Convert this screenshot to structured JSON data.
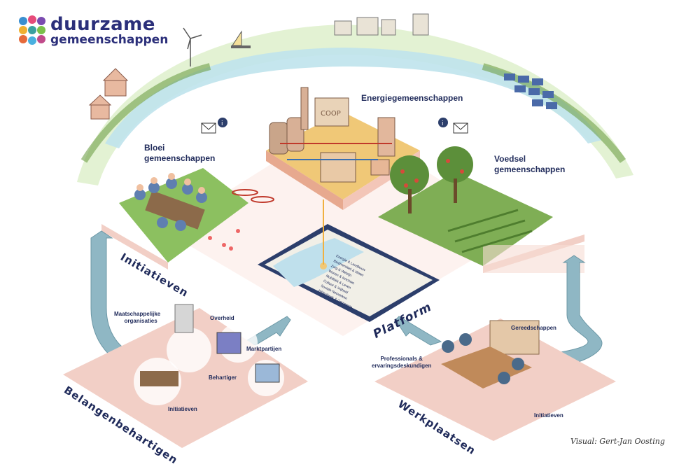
{
  "logo": {
    "line1": "duurzame",
    "line2": "gemeenschappen"
  },
  "communities": {
    "energy": "Energiegemeenschappen",
    "bloom_line1": "Bloei",
    "bloom_line2": "gemeenschappen",
    "food_line1": "Voedsel",
    "food_line2": "gemeenschappen"
  },
  "platform": {
    "label": "Platform",
    "list": [
      "Energie & Landbouw",
      "Biodiversiteit & Water",
      "Zorg & Welzijn",
      "Wonen & Inrichten",
      "Mobiliteit & Leven",
      "Cultuur & Vrijheid",
      "Sociale Netwerken",
      "Bibliotheek & Gemeente"
    ]
  },
  "zones": {
    "initiatives": "Initiatieven",
    "advocacy": "Belangenbehartigen",
    "workshops": "Werkplaatsen"
  },
  "advocacy_labels": {
    "orgs_line1": "Maatschappelijke",
    "orgs_line2": "organisaties",
    "government": "Overheid",
    "market": "Marktpartijen",
    "advocate": "Behartiger",
    "initiatives": "Initiatieven"
  },
  "workshop_labels": {
    "tools": "Gereedschappen",
    "pros_line1": "Professionals &",
    "pros_line2": "ervaringsdeskundigen",
    "initiatives": "Initiatieven"
  },
  "credit": "Visual: Gert-Jan Oosting",
  "colors": {
    "navy": "#1f2a5a",
    "pink": "#f2cfc6",
    "arrow": "#8fb7c4",
    "grass": "#8cc060",
    "sand": "#f0c877"
  }
}
